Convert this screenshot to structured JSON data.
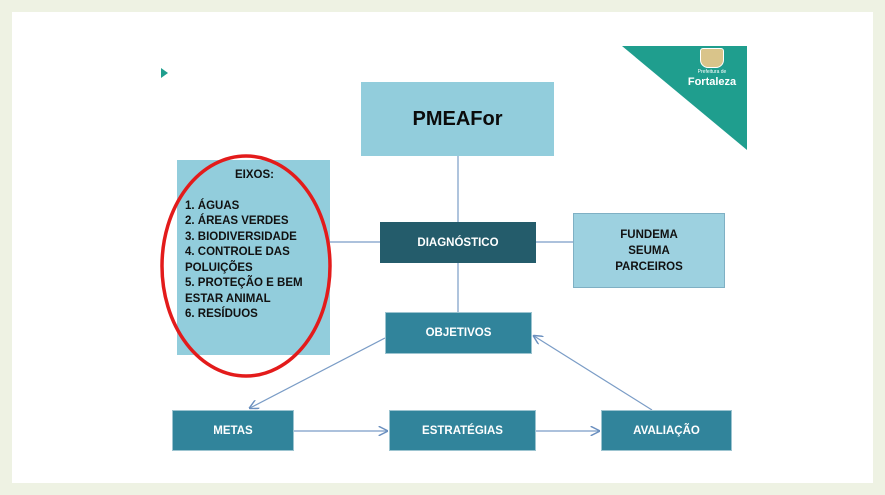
{
  "diagram": {
    "title": "PMEAFor",
    "diagnostico": "DIAGNÓSTICO",
    "objetivos": "OBJETIVOS",
    "metas": "METAS",
    "estrategias": "ESTRATÉGIAS",
    "avaliacao": "AVALIAÇÃO",
    "partners": [
      "FUNDEMA",
      "SEUMA",
      "PARCEIROS"
    ],
    "eixos": {
      "title": "EIXOS:",
      "items": [
        "1. ÁGUAS",
        "2. ÁREAS VERDES",
        "3. BIODIVERSIDADE",
        "4. CONTROLE DAS",
        "POLUIÇÕES",
        "5. PROTEÇÃO E BEM",
        "ESTAR ANIMAL",
        "6. RESÍDUOS"
      ]
    }
  },
  "logo": {
    "small_text": "Prefeitura de",
    "big_text": "Fortaleza"
  },
  "colors": {
    "light_blue": "#92cddc",
    "dark_teal": "#245c6b",
    "teal": "#31849b",
    "accent_green": "#1f9e8e",
    "highlight_red": "#e31b1b",
    "background": "#eef2e3"
  }
}
